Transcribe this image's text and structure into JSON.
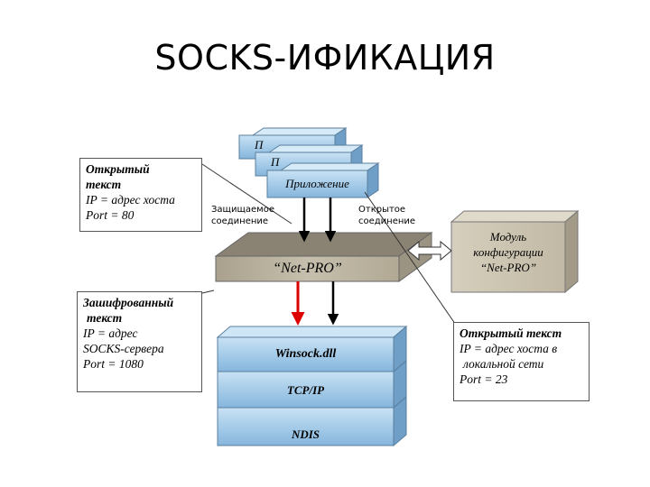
{
  "title": "SOCKS-ИФИКАЦИЯ",
  "apps": {
    "back2": "П",
    "back1": "П",
    "front": "Приложение"
  },
  "netpro": "“Net-PRO”",
  "module": {
    "line1": "Модуль",
    "line2": "конфигурации",
    "line3": "“Net-PRO”"
  },
  "stack": {
    "winsock": "Winsock.dll",
    "tcpip": "TCP/IP",
    "ndis": "NDIS"
  },
  "connections": {
    "secure_line1": "Защищаемое",
    "secure_line2": "соединение",
    "open_line1": "Открытое",
    "open_line2": "соединение"
  },
  "notes": {
    "plain_top": {
      "title_line1": "Открытый",
      "title_line2": "текст",
      "line3": "IP = адрес хоста",
      "line4": "Port = 80"
    },
    "encrypted": {
      "title_line1": "Зашифрованный",
      "title_line2": "текст",
      "line3": "IP = адрес",
      "line4": "SOCKS-сервера",
      "line5": "Port = 1080"
    },
    "plain_right": {
      "title": "Открытый текст",
      "line2": "IP = адрес хоста в",
      "line3": "локальной сети",
      "line4": "Port = 23"
    }
  },
  "colors": {
    "box_blue": "#a9cde8",
    "box_blue_dark": "#6b99c0",
    "platform": "#bbb3a0",
    "platform_dark": "#8a8273",
    "red_arrow": "#dd0000"
  }
}
